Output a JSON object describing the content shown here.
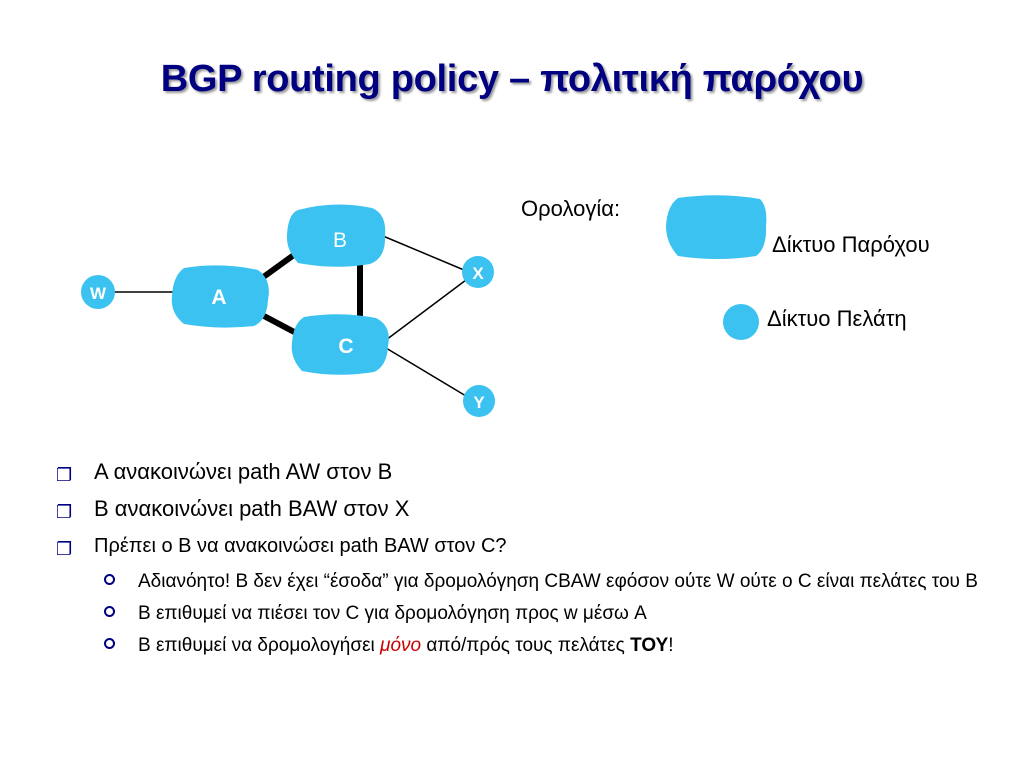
{
  "title": "BGP routing policy – πολιτική παρόχου",
  "colors": {
    "network_fill": "#3CC2F0",
    "title": "#000080",
    "highlight": "#cc0000"
  },
  "diagram": {
    "nodes": {
      "A": "A",
      "B": "B",
      "C": "C",
      "W": "W",
      "X": "X",
      "Y": "Y"
    }
  },
  "legend": {
    "heading": "Ορολογία:",
    "provider_label": "Δίκτυο Παρόχου",
    "customer_label": "Δίκτυο Πελάτη"
  },
  "bullets": {
    "b1": "A ανακοινώνει path AW  στον B",
    "b2": "B ανακοινώνει path BAW στον X",
    "b3": "Πρέπει ο B να ανακοινώσει path BAW στον C?",
    "sub1": "Αδιανόητο! B δεν έχει “έσοδα” για δρομολόγηση CBAW εφόσον ούτε W ούτε ο C είναι πελάτες του B",
    "sub2": "B επιθυμεί να πιέσει τον C για δρομολόγηση προς w μέσω A",
    "sub3_pre": "B επιθυμεί να δρομολογήσει ",
    "sub3_em": "μόνο",
    "sub3_mid": " από/πρός τους πελάτες ",
    "sub3_bold": "ΤΟΥ",
    "sub3_end": "!"
  }
}
